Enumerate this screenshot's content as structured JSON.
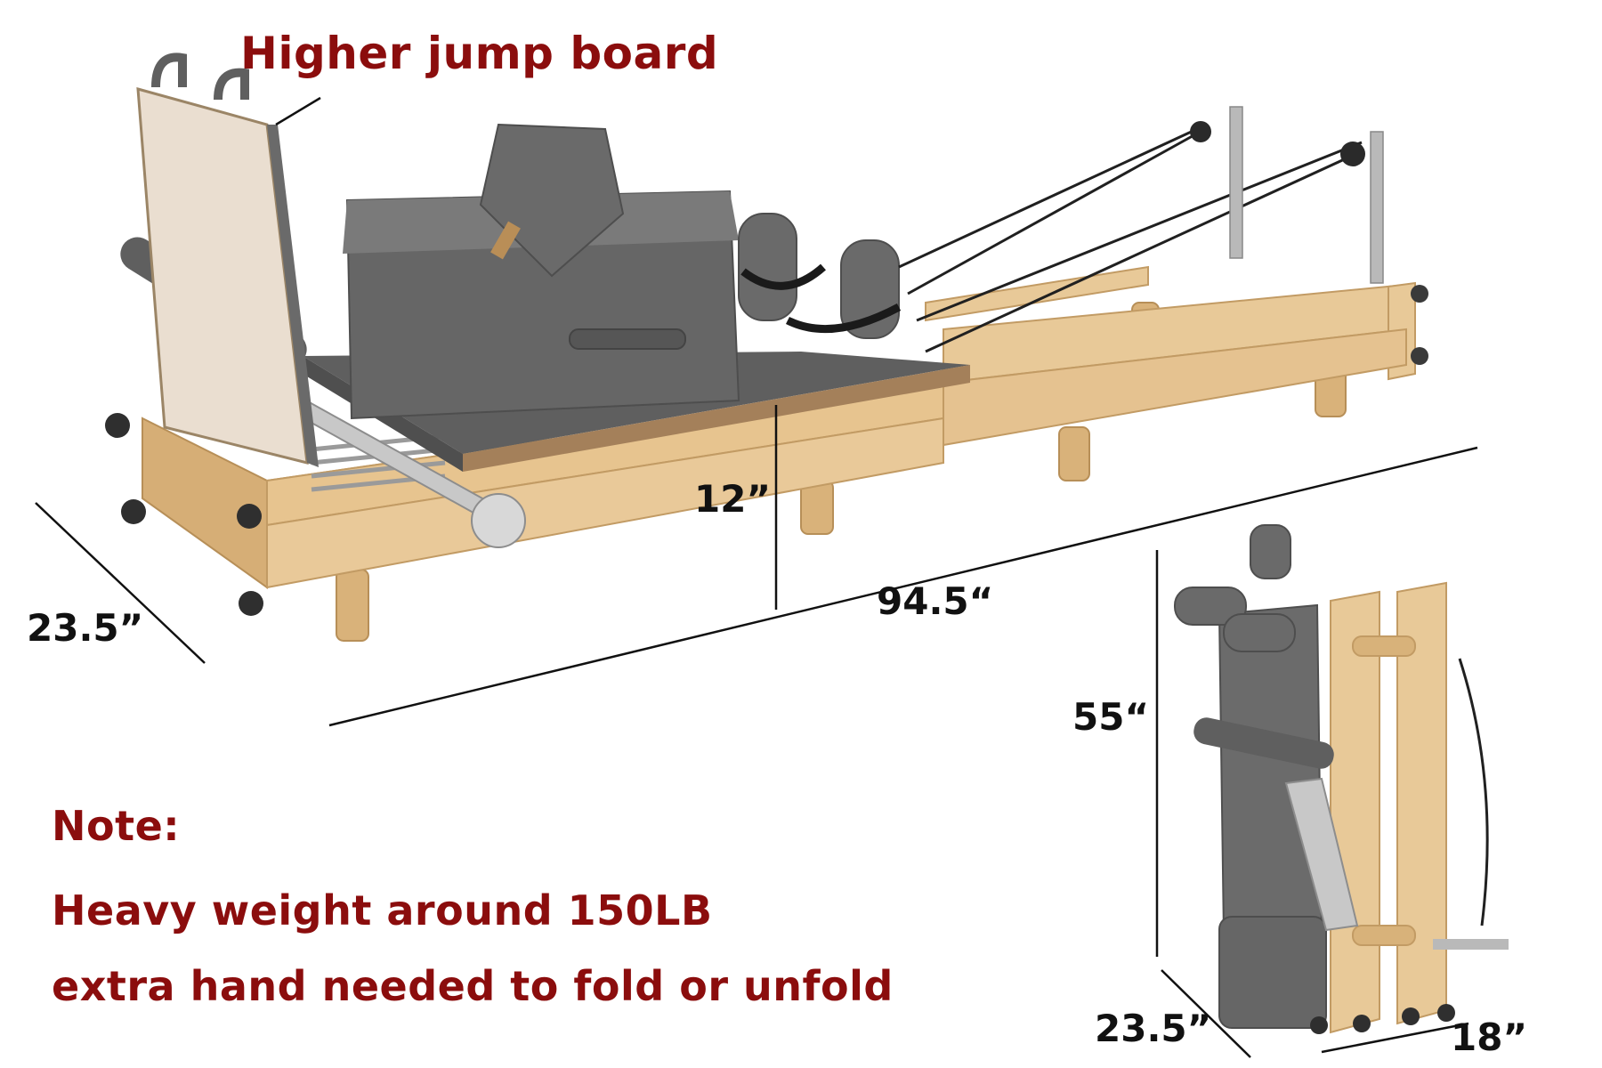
{
  "callout": {
    "text": "Higher jump board"
  },
  "dimensions": {
    "width": "23.5”",
    "height": "12”",
    "length": "94.5“",
    "folded_height": "55“",
    "folded_width": "23.5”",
    "folded_depth": "18”"
  },
  "note": {
    "heading": "Note:",
    "line1": "Heavy weight around 150LB",
    "line2": "extra hand needed to fold or unfold"
  },
  "colors": {
    "note_red": "#8b0d0d",
    "wood": "#e6c595",
    "upholstery": "#6e6e6e",
    "metal": "#b9b9b9"
  }
}
